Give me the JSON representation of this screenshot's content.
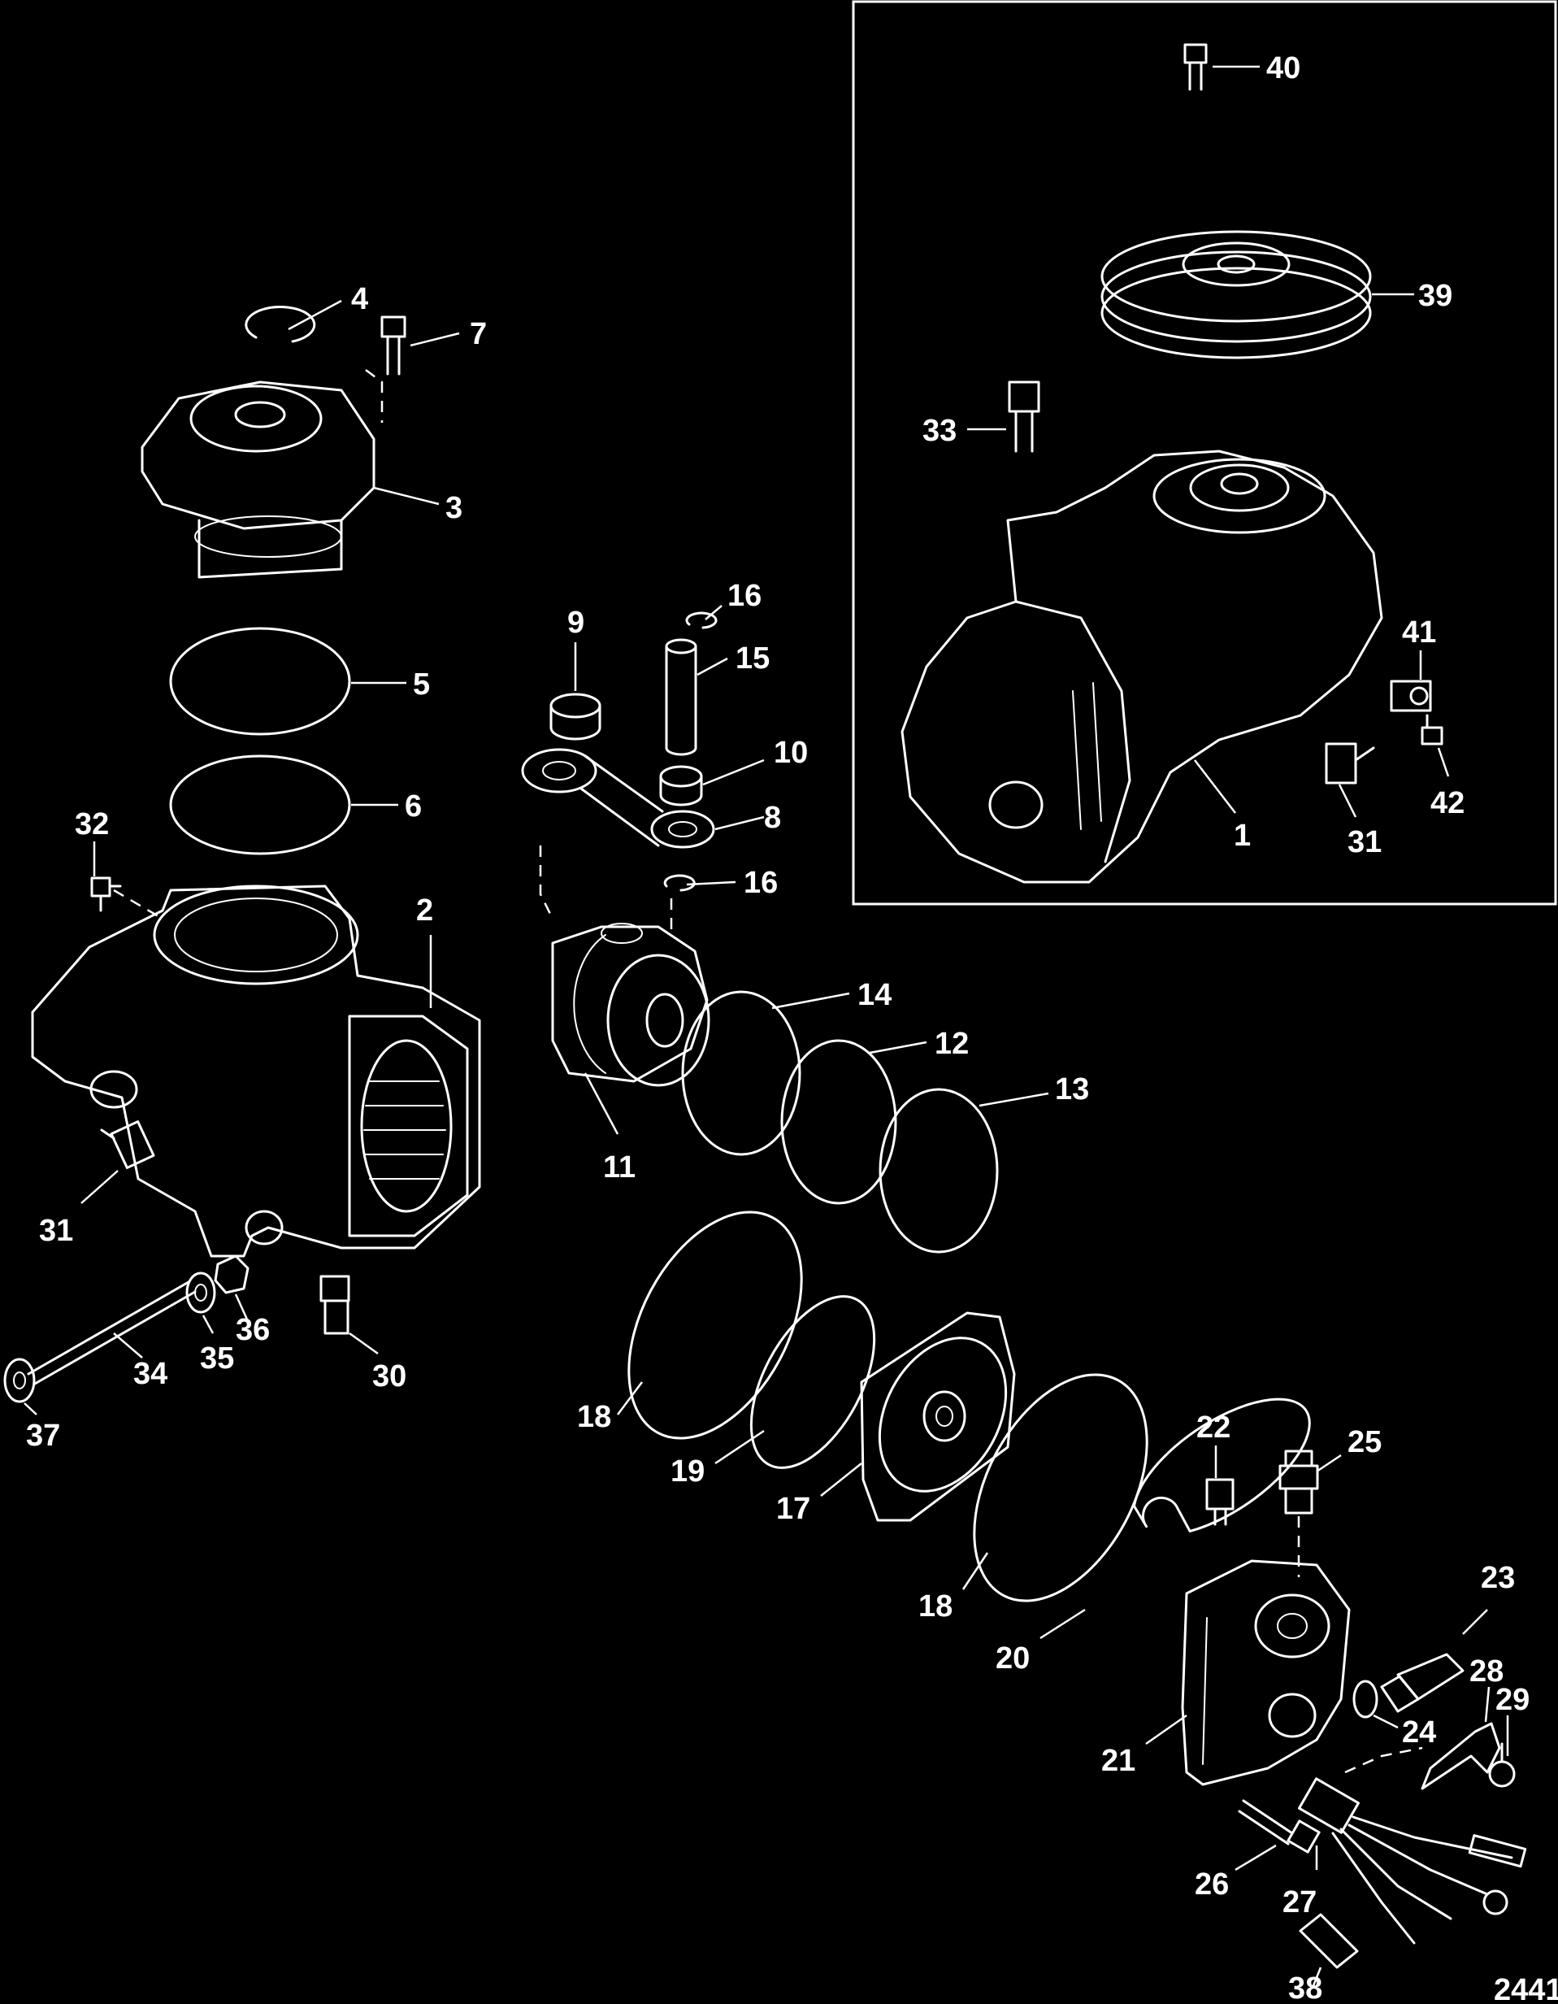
{
  "diagram": {
    "reference_number": "2441",
    "callouts": [
      {
        "id": "c1",
        "label": "1"
      },
      {
        "id": "c2",
        "label": "2"
      },
      {
        "id": "c3",
        "label": "3"
      },
      {
        "id": "c4",
        "label": "4"
      },
      {
        "id": "c5",
        "label": "5"
      },
      {
        "id": "c6",
        "label": "6"
      },
      {
        "id": "c7",
        "label": "7"
      },
      {
        "id": "c8",
        "label": "8"
      },
      {
        "id": "c9",
        "label": "9"
      },
      {
        "id": "c10",
        "label": "10"
      },
      {
        "id": "c11",
        "label": "11"
      },
      {
        "id": "c12",
        "label": "12"
      },
      {
        "id": "c13",
        "label": "13"
      },
      {
        "id": "c14",
        "label": "14"
      },
      {
        "id": "c15",
        "label": "15"
      },
      {
        "id": "c16a",
        "label": "16"
      },
      {
        "id": "c16b",
        "label": "16"
      },
      {
        "id": "c17",
        "label": "17"
      },
      {
        "id": "c18a",
        "label": "18"
      },
      {
        "id": "c18b",
        "label": "18"
      },
      {
        "id": "c19",
        "label": "19"
      },
      {
        "id": "c20",
        "label": "20"
      },
      {
        "id": "c21",
        "label": "21"
      },
      {
        "id": "c22",
        "label": "22"
      },
      {
        "id": "c23",
        "label": "23"
      },
      {
        "id": "c24",
        "label": "24"
      },
      {
        "id": "c25",
        "label": "25"
      },
      {
        "id": "c26",
        "label": "26"
      },
      {
        "id": "c27",
        "label": "27"
      },
      {
        "id": "c28",
        "label": "28"
      },
      {
        "id": "c29",
        "label": "29"
      },
      {
        "id": "c30",
        "label": "30"
      },
      {
        "id": "c31a",
        "label": "31"
      },
      {
        "id": "c31b",
        "label": "31"
      },
      {
        "id": "c32",
        "label": "32"
      },
      {
        "id": "c33",
        "label": "33"
      },
      {
        "id": "c34",
        "label": "34"
      },
      {
        "id": "c35",
        "label": "35"
      },
      {
        "id": "c36",
        "label": "36"
      },
      {
        "id": "c37",
        "label": "37"
      },
      {
        "id": "c38",
        "label": "38"
      },
      {
        "id": "c39",
        "label": "39"
      },
      {
        "id": "c40",
        "label": "40"
      },
      {
        "id": "c41",
        "label": "41"
      },
      {
        "id": "c42",
        "label": "42"
      }
    ]
  }
}
